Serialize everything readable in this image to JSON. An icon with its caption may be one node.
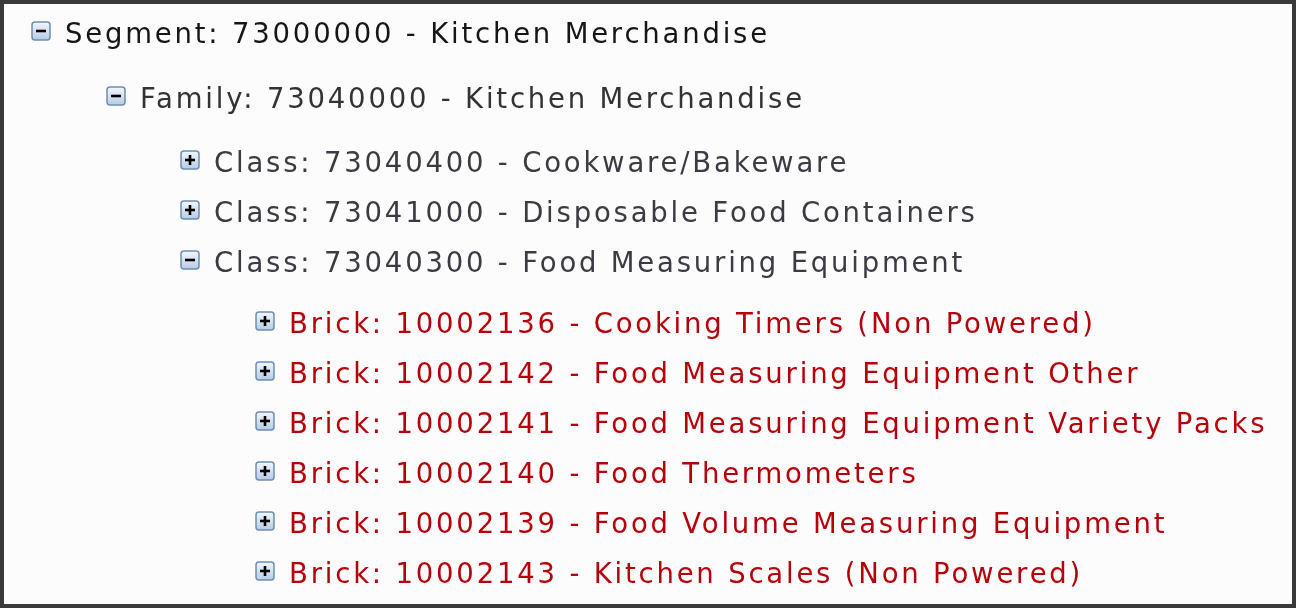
{
  "diagram": {
    "labels": [
      "Segment: 73000000 - Kitchen Merchandise",
      "Family: 73040000 - Kitchen Merchandise",
      "Class: 73040400 - Cookware/Bakeware",
      "Class: 73041000 - Disposable Food Containers",
      "Class: 73040300 - Food Measuring Equipment",
      "Brick: 10002136 - Cooking Timers (Non Powered)",
      "Brick: 10002142 - Food Measuring Equipment Other",
      "Brick: 10002141 - Food Measuring Equipment Variety Packs",
      "Brick: 10002140 - Food Thermometers",
      "Brick: 10002139 - Food Volume Measuring Equipment",
      "Brick: 10002143 - Kitchen Scales (Non Powered)"
    ]
  }
}
